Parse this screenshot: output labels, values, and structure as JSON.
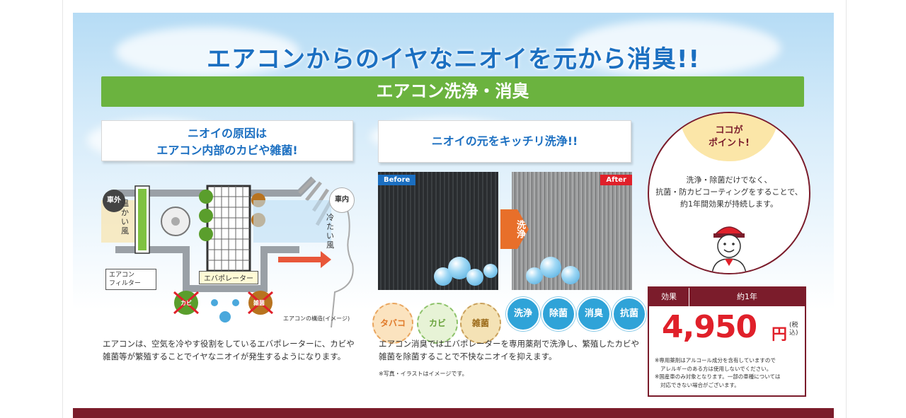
{
  "title": "エアコンからのイヤなニオイを元から消臭!!",
  "banner": "エアコン洗浄・消臭",
  "left": {
    "heading_line1": "ニオイの原因は",
    "heading_line2": "エアコン内部のカビや雑菌!",
    "labels": {
      "outside": "車外",
      "inside": "車内",
      "warm_air": "温かい風",
      "cold_air": "冷たい風",
      "filter_line1": "エアコン",
      "filter_line2": "フィルター",
      "evaporator": "エバポレーター",
      "mold": "カビ",
      "germs": "雑菌",
      "structure_caption": "エアコンの構造(イメージ)"
    },
    "description_line1": "エアコンは、空気を冷やす役割をしているエバポレーターに、カビや",
    "description_line2": "雑菌等が繁殖することでイヤなニオイが発生するようになります。"
  },
  "middle": {
    "heading": "ニオイの元をキッチリ洗浄!!",
    "before_label": "Before",
    "after_label": "After",
    "arrow_label": "洗浄",
    "germ_labels": [
      "タバコ",
      "カビ",
      "雑菌"
    ],
    "effect_buttons": [
      "洗浄",
      "除菌",
      "消臭",
      "抗菌"
    ],
    "description_line1": "エアコン消臭ではエバポレーターを専用薬剤で洗浄し、繁殖したカビや",
    "description_line2": "雑菌を除菌することで不快なニオイを抑えます。",
    "note": "※写真・イラストはイメージです。"
  },
  "point": {
    "heading_line1": "ココが",
    "heading_line2": "ポイント!",
    "text_line1": "洗浄・除菌だけでなく、",
    "text_line2": "抗菌・防カビコーティングをすることで、",
    "text_line3": "約1年間効果が持続します。"
  },
  "price": {
    "effect_label": "効果",
    "effect_value": "約1年",
    "amount": "4,950",
    "unit": "円",
    "tax": "(税込)",
    "note_line1": "※専用薬剤はアルコール成分を含有していますので",
    "note_line2": "アレルギーのある方は使用しないでください。",
    "note_line3": "※国産車のみ対象となります。一部の車種については",
    "note_line4": "対応できない場合がございます。"
  },
  "colors": {
    "title_blue": "#1b6fc1",
    "banner_green": "#6bb33f",
    "accent_maroon": "#7b1c2b",
    "price_red": "#e0202a",
    "button_blue": "#2fa3d8"
  }
}
